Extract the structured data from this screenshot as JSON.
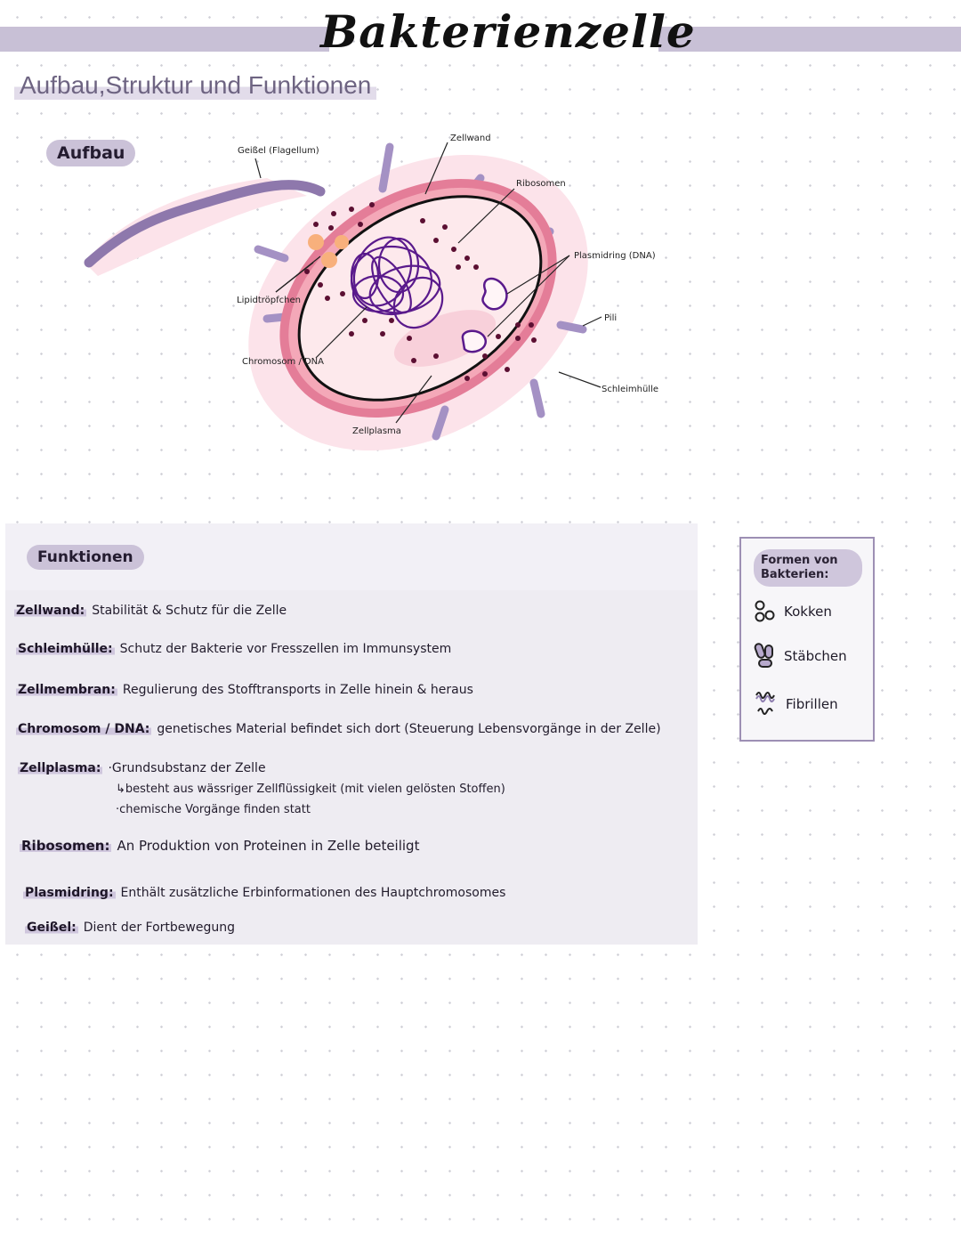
{
  "title": "Bakterienzelle",
  "subtitle": "Aufbau,Struktur und Funktionen",
  "aufbau": {
    "heading": "Aufbau",
    "labels": {
      "geissel": "Geißel (Flagellum)",
      "zellwand": "Zellwand",
      "ribosomen": "Ribosomen",
      "plasmidring": "Plasmidring (DNA)",
      "pili": "Pili",
      "schleimhuelle": "Schleimhülle",
      "zellplasma": "Zellplasma",
      "chromosom": "Chromosom / DNA",
      "lipidtroepfchen": "Lipidtröpfchen"
    }
  },
  "funktionen": {
    "heading": "Funktionen",
    "items": [
      {
        "term": "Zellwand:",
        "text": "Stabilität & Schutz für die Zelle"
      },
      {
        "term": "Schleimhülle:",
        "text": "Schutz der Bakterie vor Fresszellen im Immunsystem"
      },
      {
        "term": "Zellmembran:",
        "text": "Regulierung des Stofftransports in Zelle hinein & heraus"
      },
      {
        "term": "Chromosom / DNA:",
        "text": "genetisches Material befindet sich dort (Steuerung Lebensvorgänge in der Zelle)"
      },
      {
        "term": "Zellplasma:",
        "text": "·Grundsubstanz der Zelle"
      },
      {
        "term": "Ribosomen:",
        "text": "An Produktion von Proteinen in Zelle beteiligt"
      },
      {
        "term": "Plasmidring:",
        "text": "Enthält zusätzliche Erbinformationen des Hauptchromosomes"
      },
      {
        "term": "Geißel:",
        "text": "Dient der Fortbewegung"
      }
    ],
    "zellplasma_sub": [
      "↳besteht aus wässriger Zellflüssigkeit (mit vielen gelösten Stoffen)",
      "·chemische Vorgänge finden statt"
    ]
  },
  "formen": {
    "title": "Formen von Bakterien:",
    "items": [
      {
        "label": "Kokken",
        "icon": "cocci-icon"
      },
      {
        "label": "Stäbchen",
        "icon": "rods-icon"
      },
      {
        "label": "Fibrillen",
        "icon": "fibrils-icon"
      }
    ]
  },
  "colors": {
    "accent": "#c8c0d6",
    "slime": "#fbdde6",
    "wall": "#e27a96",
    "cytoplasm": "#fde8ea",
    "dna": "#5b1a8a",
    "ribosome": "#5a1030",
    "lipid": "#f7b07a",
    "pili": "#a08fc0"
  }
}
